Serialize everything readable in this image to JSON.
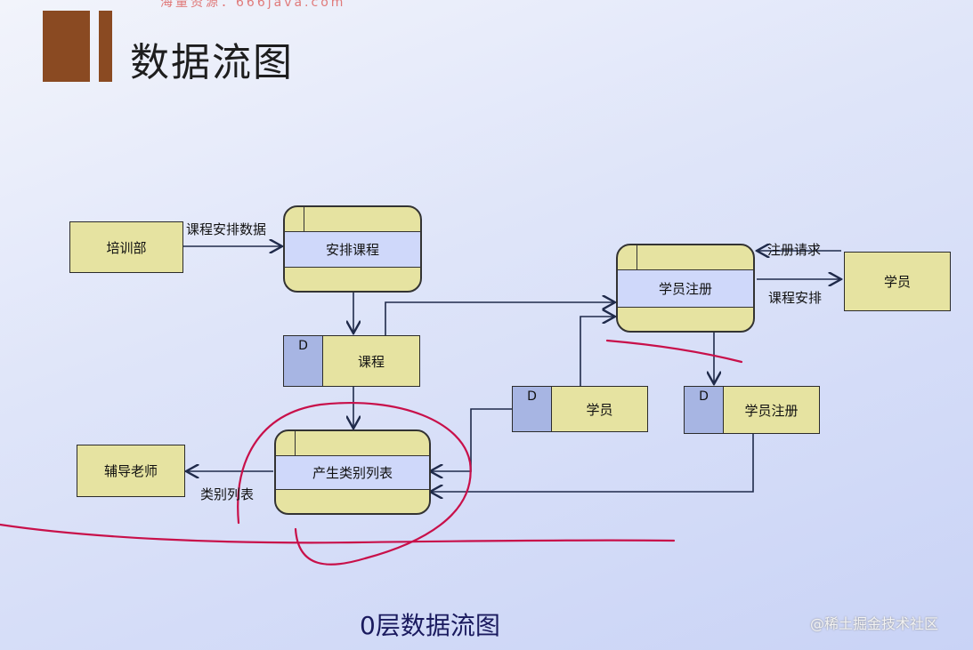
{
  "slide": {
    "title": "数据流图",
    "watermark_top": "海量资源：666java.com",
    "caption": "0层数据流图",
    "watermark_bottom": "@稀土掘金技术社区"
  },
  "entities": {
    "training_dept": "培训部",
    "student": "学员",
    "tutor": "辅导老师"
  },
  "processes": {
    "schedule_course": "安排课程",
    "student_register": "学员注册",
    "generate_category_list": "产生类别列表"
  },
  "stores": {
    "course": {
      "id": "D",
      "name": "课程"
    },
    "student": {
      "id": "D",
      "name": "学员"
    },
    "student_register": {
      "id": "D",
      "name": "学员注册"
    }
  },
  "flows": {
    "schedule_data": "课程安排数据",
    "register_request": "注册请求",
    "course_schedule": "课程安排",
    "category_list": "类别列表"
  },
  "colors": {
    "entity_fill": "#e6e3a1",
    "process_band": "#cfd8fa",
    "store_id_fill": "#a7b5e3",
    "annotation_red": "#c8104a",
    "title_bar": "#8a4a22"
  }
}
